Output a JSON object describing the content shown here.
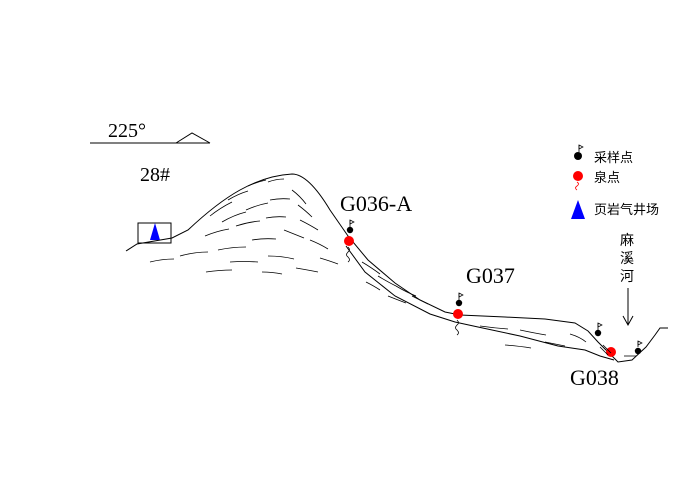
{
  "orientation": {
    "azimuth": "225°"
  },
  "profile_number": "28#",
  "stations": [
    {
      "label": "G036-A"
    },
    {
      "label": "G037"
    },
    {
      "label": "G038"
    }
  ],
  "river": {
    "chars": [
      "麻",
      "溪",
      "河"
    ]
  },
  "legend": [
    {
      "label": "采样点",
      "icon": "black-dot-flag-icon",
      "color": "#000000"
    },
    {
      "label": "泉点",
      "icon": "red-dot-spring-icon",
      "color": "#ff0000"
    },
    {
      "label": "页岩气井场",
      "icon": "blue-triangle-icon",
      "color": "#0000ff"
    }
  ],
  "colors": {
    "sample": "#000000",
    "spring": "#ff0000",
    "well": "#0000ff",
    "line": "#000000"
  }
}
